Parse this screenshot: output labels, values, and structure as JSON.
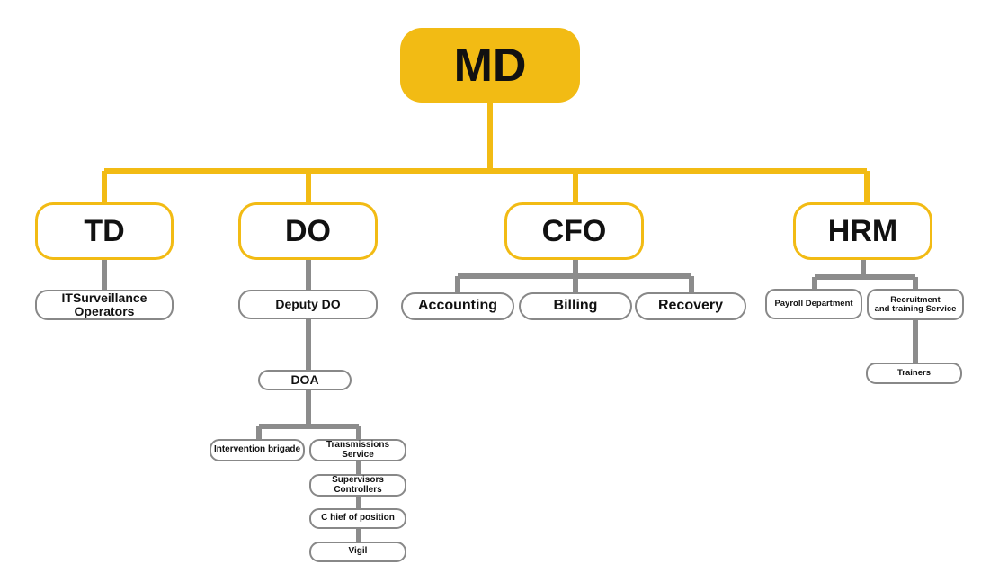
{
  "colors": {
    "accent": "#f2bb14",
    "connector_gray": "#8c8c8c",
    "leaf_border": "#888888"
  },
  "nodes": {
    "md": "MD",
    "td": "TD",
    "do": "DO",
    "cfo": "CFO",
    "hrm": "HRM",
    "it_surveillance": "ITSurveillance\nOperators",
    "deputy_do": "Deputy DO",
    "doa": "DOA",
    "intervention_brigade": "Intervention brigade",
    "transmissions_service": "Transmissions\nService",
    "supervisors_controllers": "Supervisors\nControllers",
    "chief_of_position": "C hief of position",
    "vigil": "Vigil",
    "accounting": "Accounting",
    "billing": "Billing",
    "recovery": "Recovery",
    "payroll_department": "Payroll Department",
    "recruitment_training": "Recruitment\nand training Service",
    "trainers": "Trainers"
  }
}
